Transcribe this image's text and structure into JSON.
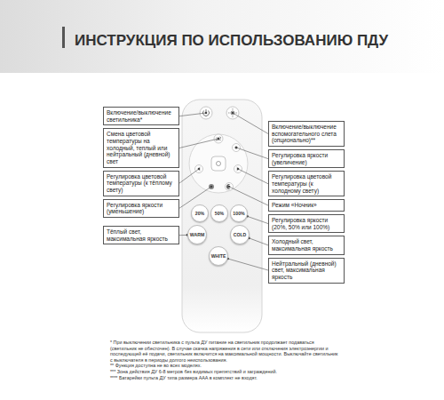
{
  "diagram": {
    "title": "ИНСТРУКЦИЯ ПО ИСПОЛЬЗОВАНИЮ ПДУ",
    "nodes": [
      {
        "text": [
          "Включение/выключение светильника*"
        ]
      },
      {
        "text": [
          "Включение/выключение вспомогательного слета (опционально)**"
        ]
      },
      {
        "text": [
          "Смена цветовой температуры на холодный, теплый или нейтральный (дневной) свет"
        ]
      },
      {
        "text": [
          "Регулировка яркости (увеличение)"
        ]
      },
      {
        "text": [
          "Регулировка цветовой температуры (к тёплому свету)"
        ]
      },
      {
        "text": [
          "Регулировка цветовой температуры (к холодному свету)"
        ]
      },
      {
        "text": [
          "Регулировка яркости (уменьшение)"
        ]
      },
      {
        "text": [
          "Режим «Ночник»"
        ]
      },
      {
        "text": [
          "20%"
        ]
      },
      {
        "text": [
          "50%"
        ]
      },
      {
        "text": [
          "100%"
        ]
      },
      {
        "text": [
          "Регулировка яркости (20%, 50% или 100%)"
        ]
      },
      {
        "text": [
          "Тёплый свет, максимальная яркость"
        ]
      },
      {
        "text": [
          "WARM"
        ]
      },
      {
        "text": [
          "COLD"
        ]
      },
      {
        "text": [
          "Холодный свет, максимальная яркость"
        ]
      },
      {
        "text": [
          "WHITE"
        ]
      },
      {
        "text": [
          "Нейтральный (дневной) свет, максимальная яркость"
        ]
      }
    ],
    "edges": [
      {
        "from": 11,
        "to": 10,
        "arrow": "none"
      },
      {
        "from": 12,
        "to": 13,
        "arrow": "none"
      },
      {
        "from": 15,
        "to": 14,
        "arrow": "none"
      },
      {
        "from": 17,
        "to": 16,
        "arrow": "none"
      }
    ],
    "labels": [
      "* При выключении светильника с пульта ДУ питание на светильник продолжает подаваться (светильник не обесточен). В случае скачка напряжения в сети или отключения электроэнергии и последующей её подачи, светильник включится на максимальной мощности. Выключайте светильник с выключателя в периоды долгого неиспользования.",
      "** Функция доступна не во всех моделях.",
      "*** Зона действия ДУ 6-8 метров без видимых препятствий и заграждений.",
      "**** Батарейки пульта ДУ типа размера AAA в комплект не входят."
    ]
  }
}
